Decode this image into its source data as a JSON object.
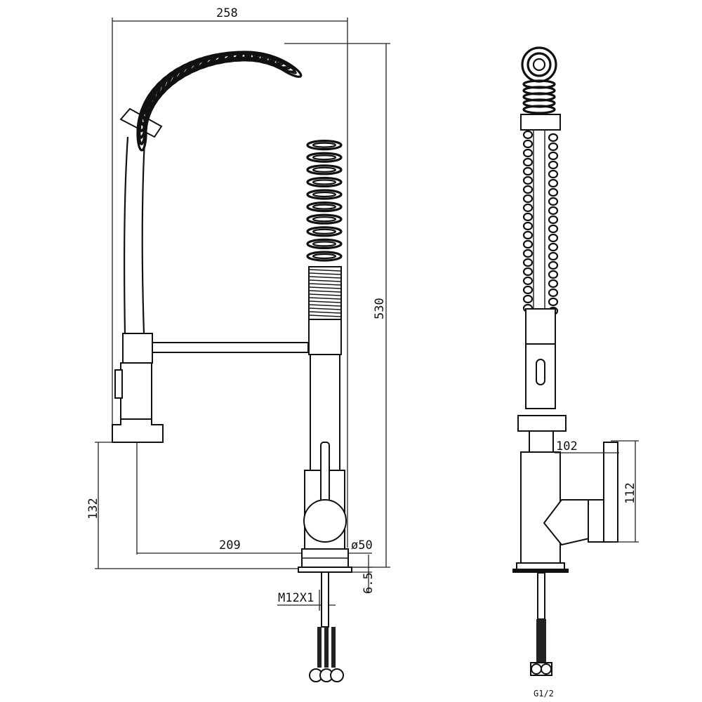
{
  "front_view": {
    "dim_width_total": "258",
    "dim_height_total": "530",
    "dim_spout_height": "132",
    "dim_spout_reach": "209",
    "dim_base_diameter": "ø50",
    "dim_base_thickness": "6.5",
    "dim_thread": "M12X1"
  },
  "side_view": {
    "dim_handle_depth": "102",
    "dim_handle_height": "112",
    "dim_hose_label": "G1/2"
  }
}
